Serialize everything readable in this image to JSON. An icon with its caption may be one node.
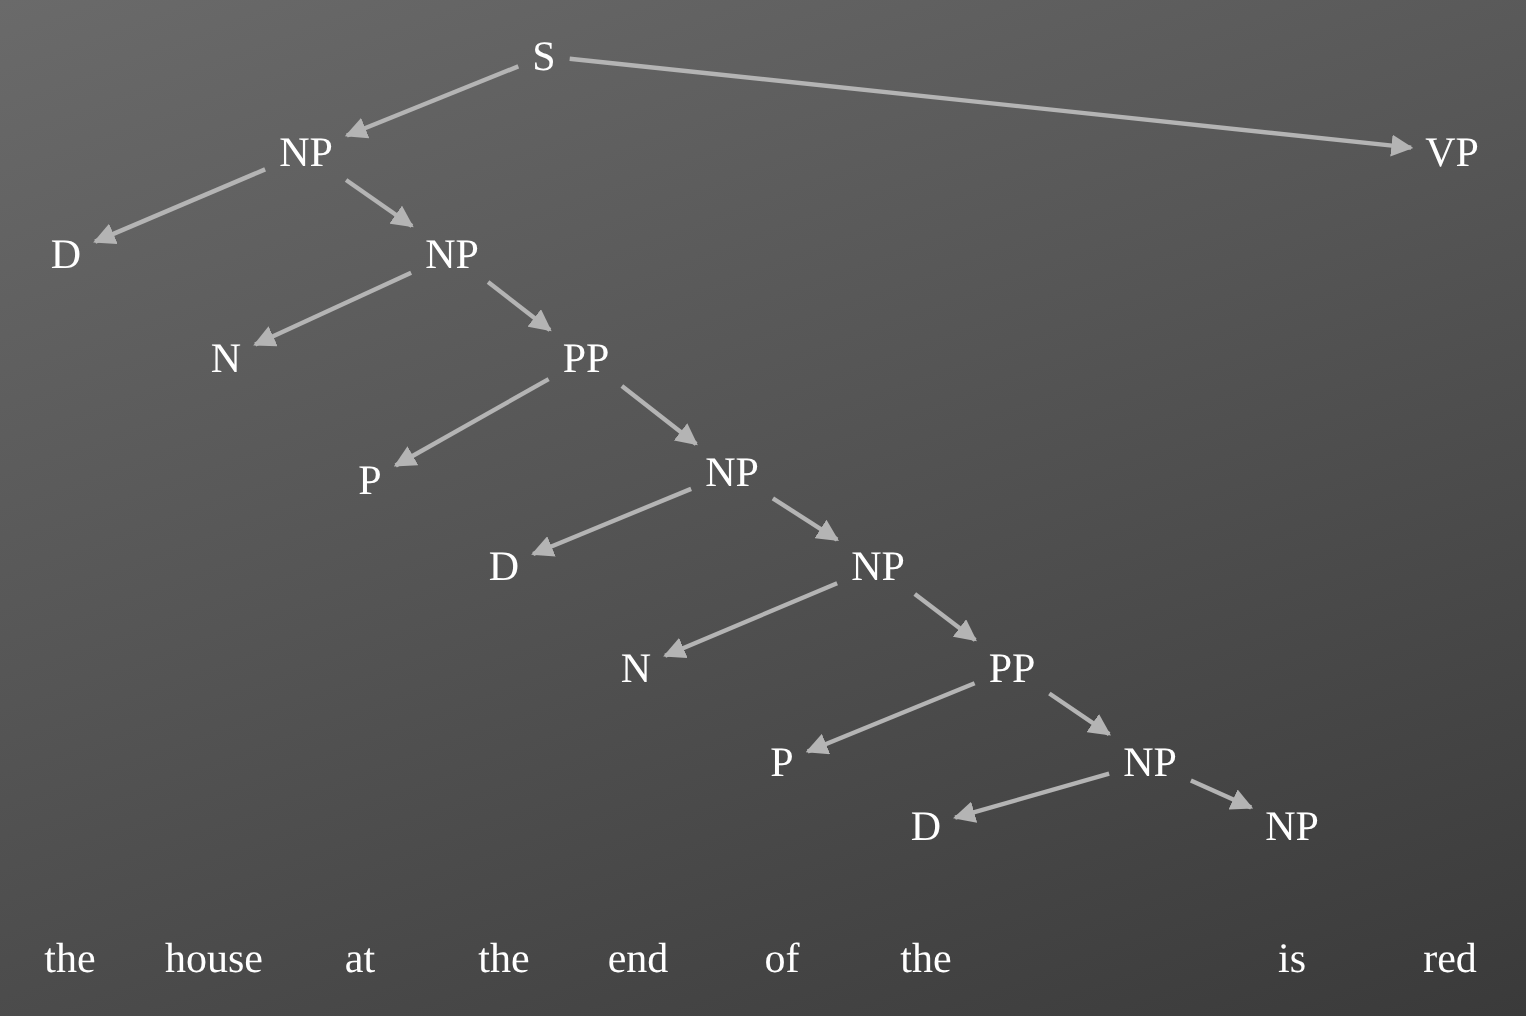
{
  "diagram": {
    "nodes": [
      {
        "text": [
          "S"
        ]
      },
      {
        "text": [
          "NP"
        ]
      },
      {
        "text": [
          "VP"
        ]
      },
      {
        "text": [
          "D"
        ]
      },
      {
        "text": [
          "NP"
        ]
      },
      {
        "text": [
          "N"
        ]
      },
      {
        "text": [
          "PP"
        ]
      },
      {
        "text": [
          "P"
        ]
      },
      {
        "text": [
          "NP"
        ]
      },
      {
        "text": [
          "D"
        ]
      },
      {
        "text": [
          "NP"
        ]
      },
      {
        "text": [
          "N"
        ]
      },
      {
        "text": [
          "PP"
        ]
      },
      {
        "text": [
          "P"
        ]
      },
      {
        "text": [
          "NP"
        ]
      },
      {
        "text": [
          "D"
        ]
      },
      {
        "text": [
          "NP"
        ]
      }
    ],
    "edges": [
      {
        "from": 0,
        "to": 1,
        "arrow": "to"
      },
      {
        "from": 0,
        "to": 2,
        "arrow": "to"
      },
      {
        "from": 1,
        "to": 3,
        "arrow": "to"
      },
      {
        "from": 1,
        "to": 4,
        "arrow": "to"
      },
      {
        "from": 4,
        "to": 5,
        "arrow": "to"
      },
      {
        "from": 4,
        "to": 6,
        "arrow": "to"
      },
      {
        "from": 6,
        "to": 7,
        "arrow": "to"
      },
      {
        "from": 6,
        "to": 8,
        "arrow": "to"
      },
      {
        "from": 8,
        "to": 9,
        "arrow": "to"
      },
      {
        "from": 8,
        "to": 10,
        "arrow": "to"
      },
      {
        "from": 10,
        "to": 11,
        "arrow": "to"
      },
      {
        "from": 10,
        "to": 12,
        "arrow": "to"
      },
      {
        "from": 12,
        "to": 13,
        "arrow": "to"
      },
      {
        "from": 12,
        "to": 14,
        "arrow": "to"
      },
      {
        "from": 14,
        "to": 15,
        "arrow": "to"
      },
      {
        "from": 14,
        "to": 16,
        "arrow": "to"
      }
    ],
    "labels": [
      "the",
      "house",
      "at",
      "the",
      "end",
      "of",
      "the",
      "is",
      "red"
    ]
  }
}
